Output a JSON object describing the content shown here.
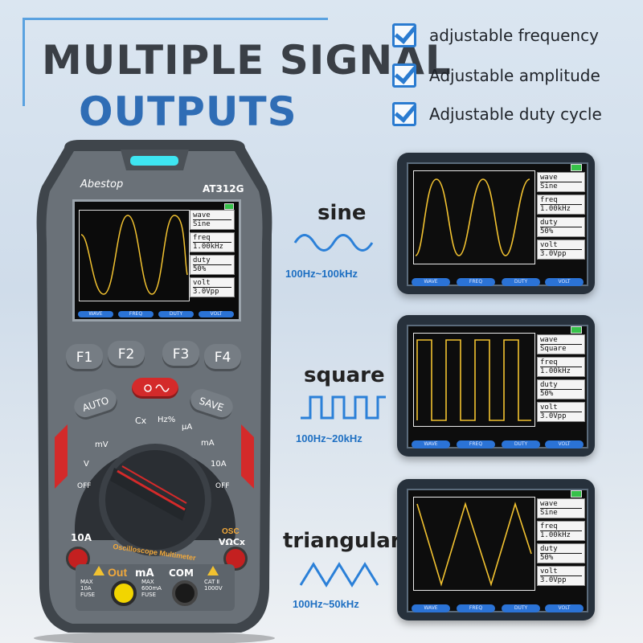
{
  "headline": {
    "line1": "MULTIPLE SIGNAL",
    "line2": "OUTPUTS"
  },
  "features": [
    "adjustable frequency",
    "Adjustable amplitude",
    "Adjustable duty cycle"
  ],
  "waveforms": [
    {
      "name": "sine",
      "range": "100Hz~100kHz",
      "wave": "Sine",
      "freq": "1.00kHz",
      "duty": "50%",
      "volt": "3.0Vpp"
    },
    {
      "name": "square",
      "range": "100Hz~20kHz",
      "wave": "Square",
      "freq": "1.00kHz",
      "duty": "50%",
      "volt": "3.0Vpp"
    },
    {
      "name": "triangular",
      "range": "100Hz~50kHz",
      "wave": "Sine",
      "freq": "1.00kHz",
      "duty": "50%",
      "volt": "3.0Vpp"
    }
  ],
  "param_labels": {
    "wave": "wave",
    "freq": "freq",
    "duty": "duty",
    "volt": "volt"
  },
  "softkeys": [
    "WAVE",
    "FREQ",
    "DUTY",
    "VOLT"
  ],
  "device": {
    "brand": "Abestop",
    "model": "AT312G",
    "screen": {
      "wave": "Sine",
      "freq": "1.00kHz",
      "duty": "50%",
      "volt": "3.0Vpp"
    },
    "fkeys": [
      "F1",
      "F2",
      "F3",
      "F4"
    ],
    "auto": "AUTO",
    "save": "SAVE",
    "dial": {
      "cx": "Cx",
      "hz": "Hz%",
      "ua": "µA",
      "mv": "mV",
      "ma": "mA",
      "v": "V",
      "a10": "10A",
      "off_left": "OFF",
      "off_right": "OFF",
      "ring_text": "Oscilloscope Multimeter"
    },
    "jacks": {
      "left_label": "10A",
      "right_label": "OSC",
      "right_label2": "VΩCx",
      "out": "Out",
      "ma": "mA",
      "com": "COM",
      "max_left": "MAX\n10A\nFUSE",
      "max_mid": "MAX\n600mA\nFUSE",
      "cat": "CAT Ⅱ\n1000V"
    }
  },
  "colors": {
    "accent": "#2f6db5",
    "trace": "#f2c230",
    "softkey": "#2b73d6",
    "device_body": "#5d646b",
    "red_button": "#d42a2a"
  }
}
